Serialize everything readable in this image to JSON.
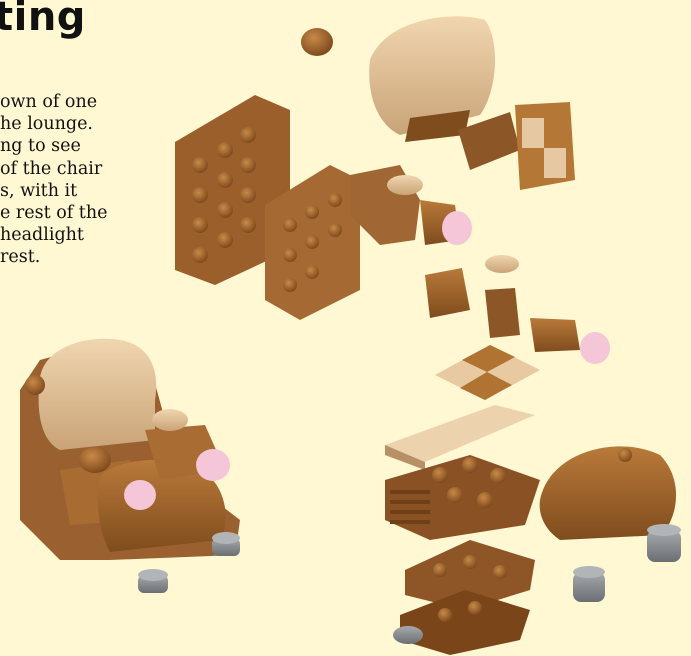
{
  "page": {
    "title": "ting",
    "description_lines": [
      "own of one",
      "he lounge.",
      "ng to see",
      "of the chair",
      "s, with it",
      "e rest of the",
      "headlight",
      "rest."
    ]
  },
  "colors": {
    "background": "#fff8d2",
    "brick_medium_brown": "#a5692f",
    "brick_dark_brown": "#7c4a1e",
    "brick_tan": "#e3c094",
    "headlight_pink": "#f4c6d8",
    "wheel_gray": "#8a8d90"
  },
  "illustration": {
    "subject": "exploded view of brick-built armchair",
    "icon": "brick-chair-illustration"
  }
}
